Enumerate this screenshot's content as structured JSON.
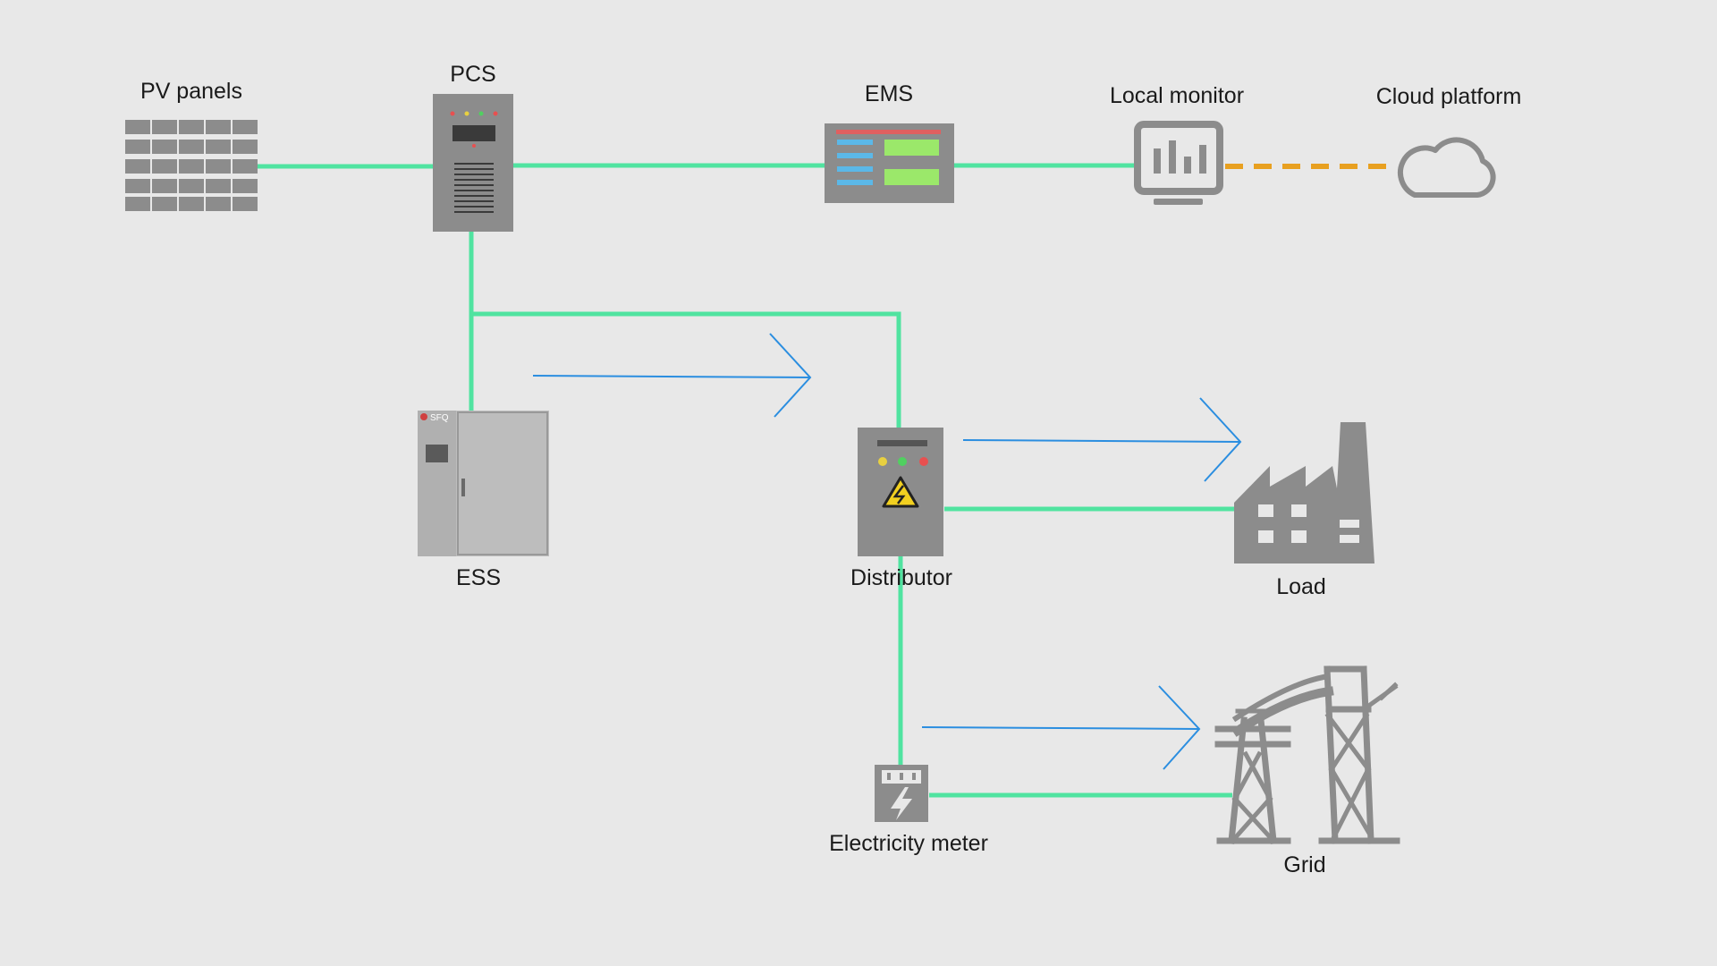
{
  "labels": {
    "pv_panels": "PV panels",
    "pcs": "PCS",
    "ems": "EMS",
    "local_monitor": "Local monitor",
    "cloud_platform": "Cloud platform",
    "ess": "ESS",
    "distributor": "Distributor",
    "load": "Load",
    "electricity_meter": "Electricity meter",
    "grid": "Grid"
  },
  "ess_logo": "SFQ",
  "colors": {
    "background": "#e8e8e8",
    "power_line": "#50e3a0",
    "cloud_link": "#e8a020",
    "flow_arrow": "#2b8ee0",
    "equipment": "#8c8c8c",
    "equipment_light": "#bdbdbd"
  },
  "icons": [
    "solar-panel-icon",
    "pcs-cabinet-icon",
    "ems-unit-icon",
    "monitor-chart-icon",
    "cloud-icon",
    "battery-cabinet-icon",
    "distribution-box-icon",
    "factory-icon",
    "meter-icon",
    "transmission-tower-icon"
  ]
}
